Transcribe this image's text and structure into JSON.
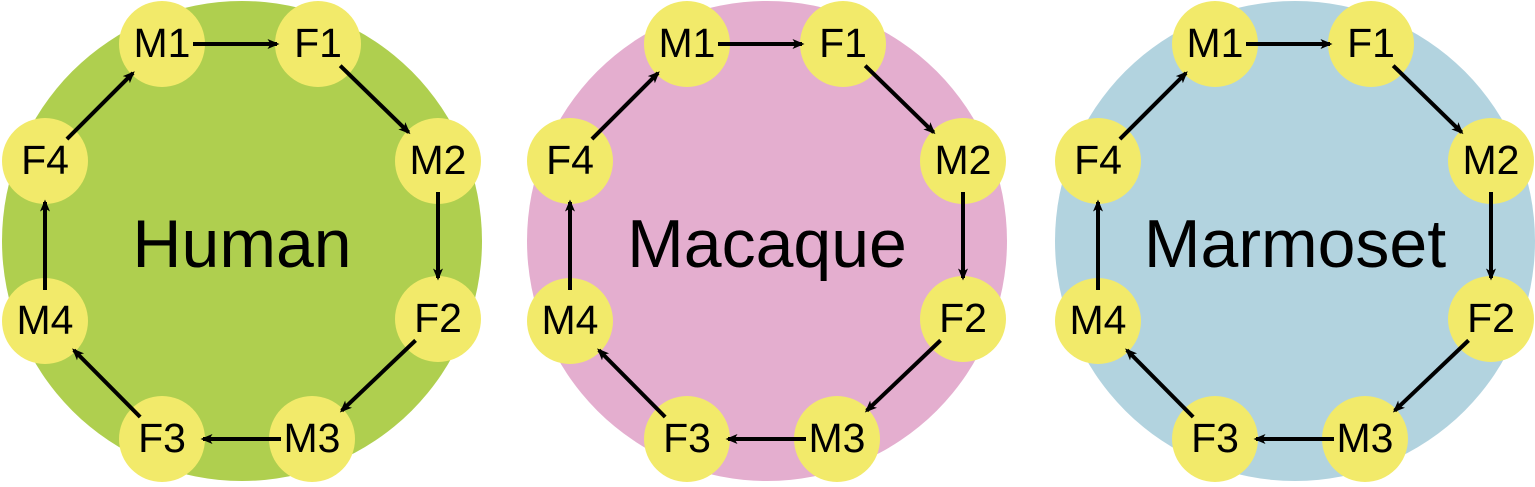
{
  "colors": {
    "node_fill": "#f2ea6a",
    "arrow": "#000000"
  },
  "diagrams": [
    {
      "name": "Human",
      "background_color": "#afcf4f",
      "nodes": [
        "M1",
        "F1",
        "M2",
        "F2",
        "M3",
        "F3",
        "M4",
        "F4"
      ]
    },
    {
      "name": "Macaque",
      "background_color": "#e4aecf",
      "nodes": [
        "M1",
        "F1",
        "M2",
        "F2",
        "M3",
        "F3",
        "M4",
        "F4"
      ]
    },
    {
      "name": "Marmoset",
      "background_color": "#b2d3df",
      "nodes": [
        "M1",
        "F1",
        "M2",
        "F2",
        "M3",
        "F3",
        "M4",
        "F4"
      ]
    }
  ]
}
